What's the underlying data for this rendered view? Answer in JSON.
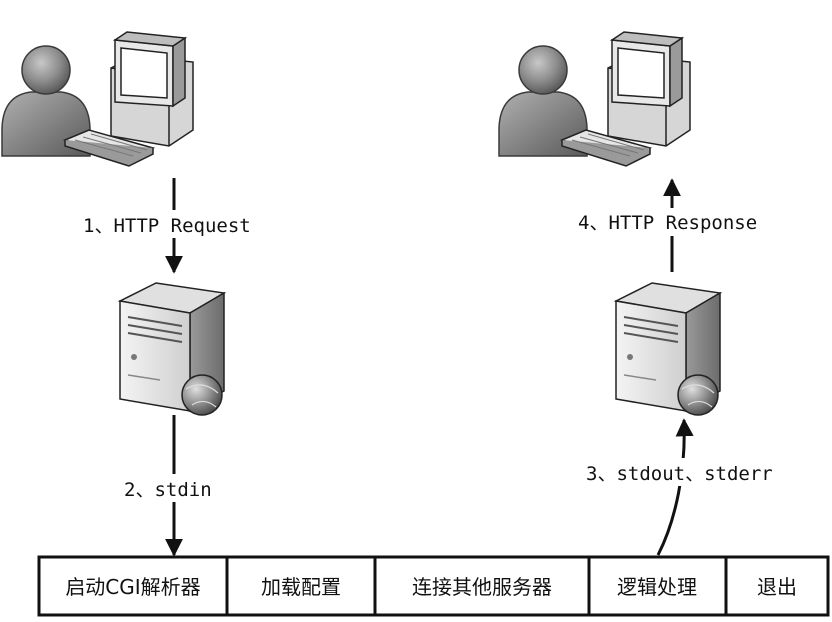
{
  "labels": {
    "request": "1、HTTP Request",
    "stdin": "2、stdin",
    "stdout": "3、stdout、stderr",
    "response": "4、HTTP Response"
  },
  "stages": [
    "启动CGI解析器",
    "加载配置",
    "连接其他服务器",
    "逻辑处理",
    "退出"
  ],
  "icons": {
    "client_left": "user-with-computer-icon",
    "client_right": "user-with-computer-icon",
    "server_left": "server-tower-icon",
    "server_right": "server-tower-icon"
  },
  "colors": {
    "line": "#111111",
    "figure_fill": "#8a8a8a",
    "computer_fill": "#e8e8e8"
  }
}
